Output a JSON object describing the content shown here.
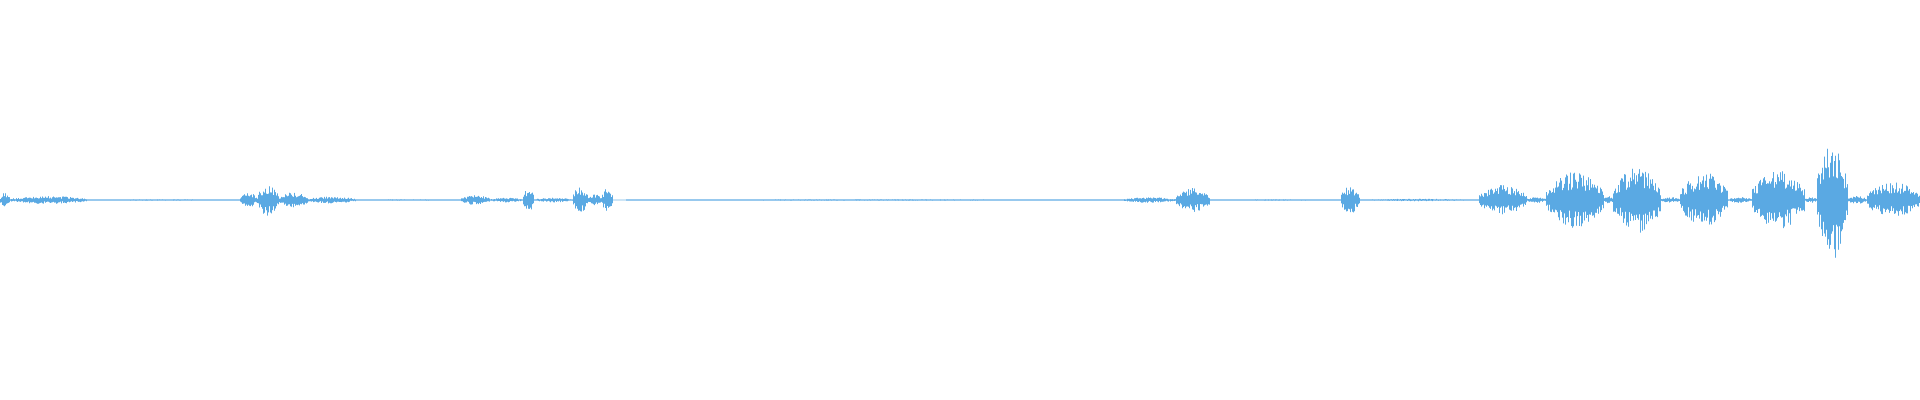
{
  "waveform": {
    "color": "#5aa9e3",
    "background": "#ffffff",
    "duration_fraction_segments": [
      {
        "start": 0.0,
        "end": 0.005,
        "amp": 0.04
      },
      {
        "start": 0.005,
        "end": 0.045,
        "amp": 0.02
      },
      {
        "start": 0.045,
        "end": 0.125,
        "amp": 0.004
      },
      {
        "start": 0.125,
        "end": 0.134,
        "amp": 0.04
      },
      {
        "start": 0.134,
        "end": 0.145,
        "amp": 0.085
      },
      {
        "start": 0.145,
        "end": 0.16,
        "amp": 0.04
      },
      {
        "start": 0.16,
        "end": 0.185,
        "amp": 0.018
      },
      {
        "start": 0.185,
        "end": 0.24,
        "amp": 0.004
      },
      {
        "start": 0.24,
        "end": 0.255,
        "amp": 0.025
      },
      {
        "start": 0.255,
        "end": 0.272,
        "amp": 0.012
      },
      {
        "start": 0.272,
        "end": 0.278,
        "amp": 0.06
      },
      {
        "start": 0.278,
        "end": 0.298,
        "amp": 0.012
      },
      {
        "start": 0.298,
        "end": 0.306,
        "amp": 0.07
      },
      {
        "start": 0.306,
        "end": 0.313,
        "amp": 0.03
      },
      {
        "start": 0.313,
        "end": 0.319,
        "amp": 0.06
      },
      {
        "start": 0.319,
        "end": 0.326,
        "amp": 0.0
      },
      {
        "start": 0.326,
        "end": 0.585,
        "amp": 0.004
      },
      {
        "start": 0.585,
        "end": 0.612,
        "amp": 0.014
      },
      {
        "start": 0.612,
        "end": 0.63,
        "amp": 0.06
      },
      {
        "start": 0.63,
        "end": 0.698,
        "amp": 0.004
      },
      {
        "start": 0.698,
        "end": 0.708,
        "amp": 0.07
      },
      {
        "start": 0.708,
        "end": 0.77,
        "amp": 0.006
      },
      {
        "start": 0.77,
        "end": 0.795,
        "amp": 0.075
      },
      {
        "start": 0.795,
        "end": 0.805,
        "amp": 0.015
      },
      {
        "start": 0.805,
        "end": 0.835,
        "amp": 0.14
      },
      {
        "start": 0.835,
        "end": 0.84,
        "amp": 0.02
      },
      {
        "start": 0.84,
        "end": 0.865,
        "amp": 0.17
      },
      {
        "start": 0.865,
        "end": 0.875,
        "amp": 0.015
      },
      {
        "start": 0.875,
        "end": 0.9,
        "amp": 0.14
      },
      {
        "start": 0.9,
        "end": 0.912,
        "amp": 0.015
      },
      {
        "start": 0.912,
        "end": 0.94,
        "amp": 0.15
      },
      {
        "start": 0.94,
        "end": 0.946,
        "amp": 0.015
      },
      {
        "start": 0.946,
        "end": 0.962,
        "amp": 0.3
      },
      {
        "start": 0.962,
        "end": 0.972,
        "amp": 0.02
      },
      {
        "start": 0.972,
        "end": 1.0,
        "amp": 0.09
      }
    ]
  }
}
